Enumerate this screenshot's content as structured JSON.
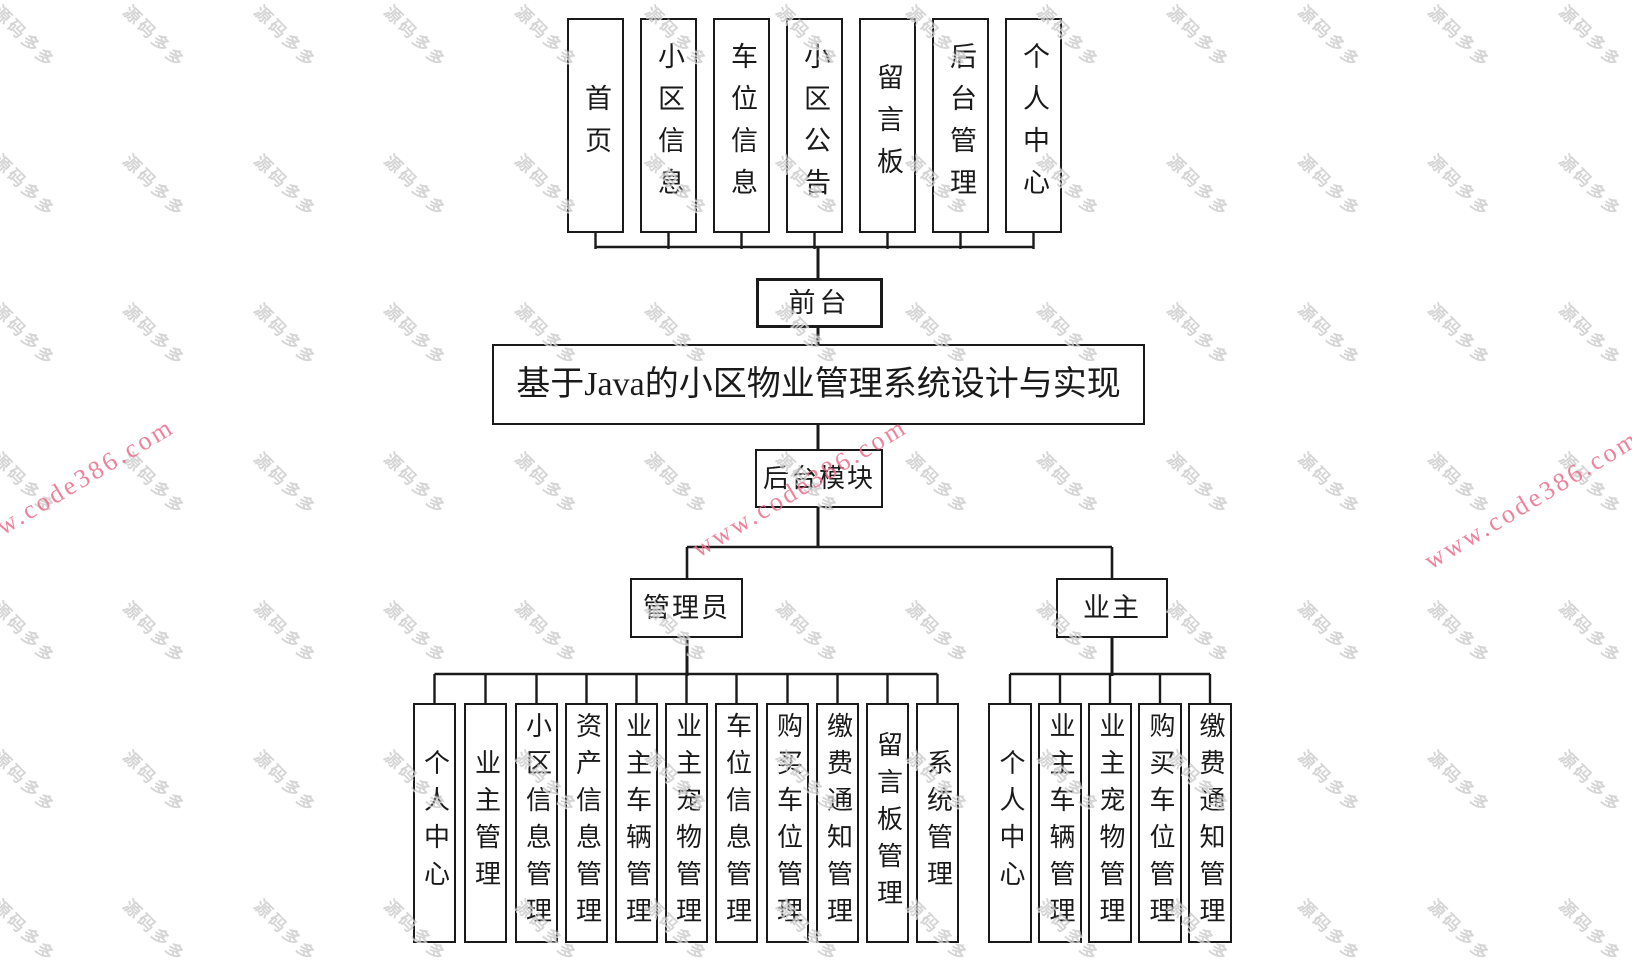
{
  "title": "基于Java的小区物业管理系统设计与实现",
  "front_desk_label": "前台",
  "backend_label": "后台模块",
  "roles": {
    "admin": "管理员",
    "owner": "业主"
  },
  "front_modules": [
    "首页",
    "小区信息",
    "车位信息",
    "小区公告",
    "留言板",
    "后台管理",
    "个人中心"
  ],
  "admin_modules": [
    "个人中心",
    "业主管理",
    "小区信息管理",
    "资产信息管理",
    "业主车辆管理",
    "业主宠物管理",
    "车位信息管理",
    "购买车位管理",
    "缴费通知管理",
    "留言板管理",
    "系统管理"
  ],
  "owner_modules": [
    "个人中心",
    "业主车辆管理",
    "业主宠物管理",
    "购买车位管理",
    "缴费通知管理"
  ],
  "watermarks": {
    "tile_text": "源码多多",
    "site_text": "www.code386.com",
    "tile_color": "rgba(150,150,150,0.40)",
    "site_color": "#ec6d89"
  },
  "colors": {
    "line": "#1a1a1a",
    "box_bg": "#ffffff",
    "text": "#1a1a1a"
  }
}
